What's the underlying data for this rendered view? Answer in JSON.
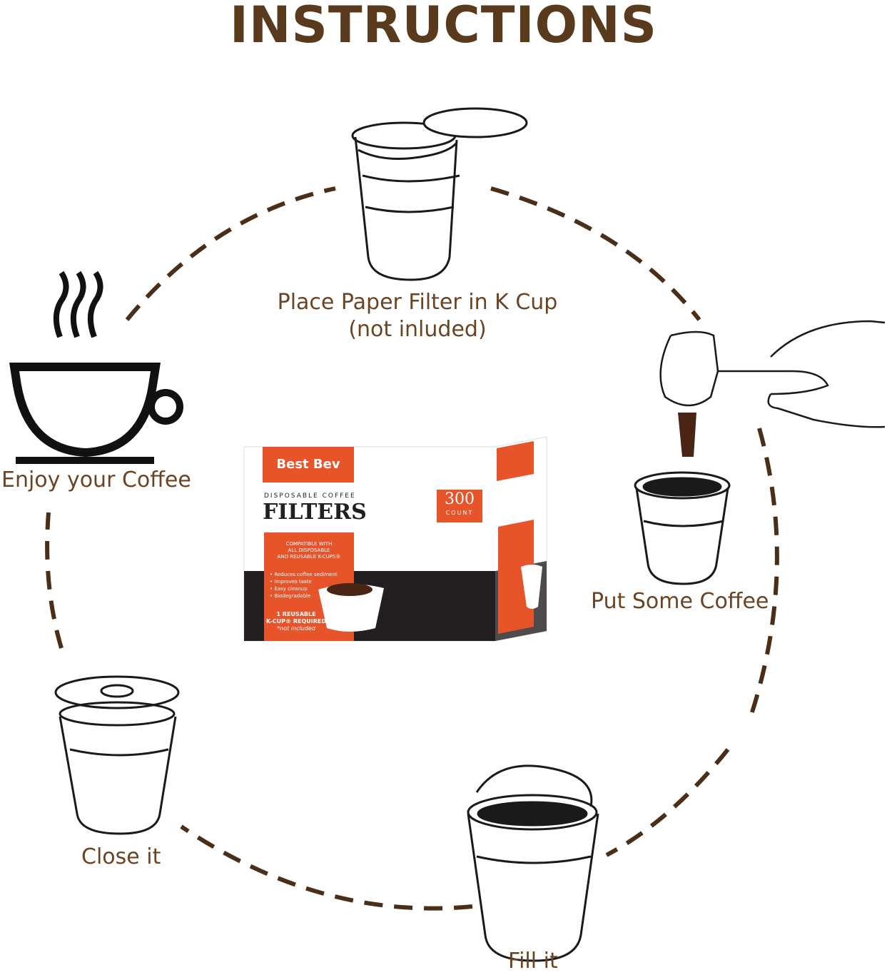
{
  "title": "INSTRUCTIONS",
  "colors": {
    "brown": "#5a3a1c",
    "label": "#6b4423",
    "orange": "#e8542a",
    "dark": "#231f20"
  },
  "steps": [
    {
      "line1": "Place Paper Filter in K Cup",
      "line2": "(not inluded)"
    },
    {
      "line1": "Put Some Coffee"
    },
    {
      "line1": "Fill it"
    },
    {
      "line1": "Close it"
    },
    {
      "line1": "Enjoy your Coffee"
    }
  ],
  "product": {
    "brand": "Best Bev",
    "subtitle": "DISPOSABLE COFFEE",
    "name": "FILTERS",
    "count": "300",
    "count_unit": "COUNT",
    "compat": [
      "COMPATIBLE WITH",
      "ALL DISPOSABLE",
      "AND REUSABLE K-CUPS®"
    ],
    "bullets": [
      "• Reduces coffee sediment",
      "• Improves taste",
      "• Easy cleanup",
      "• Biodegradable"
    ],
    "required": [
      "1 REUSABLE",
      "K-CUP® REQUIRED"
    ],
    "note": "*not included"
  }
}
